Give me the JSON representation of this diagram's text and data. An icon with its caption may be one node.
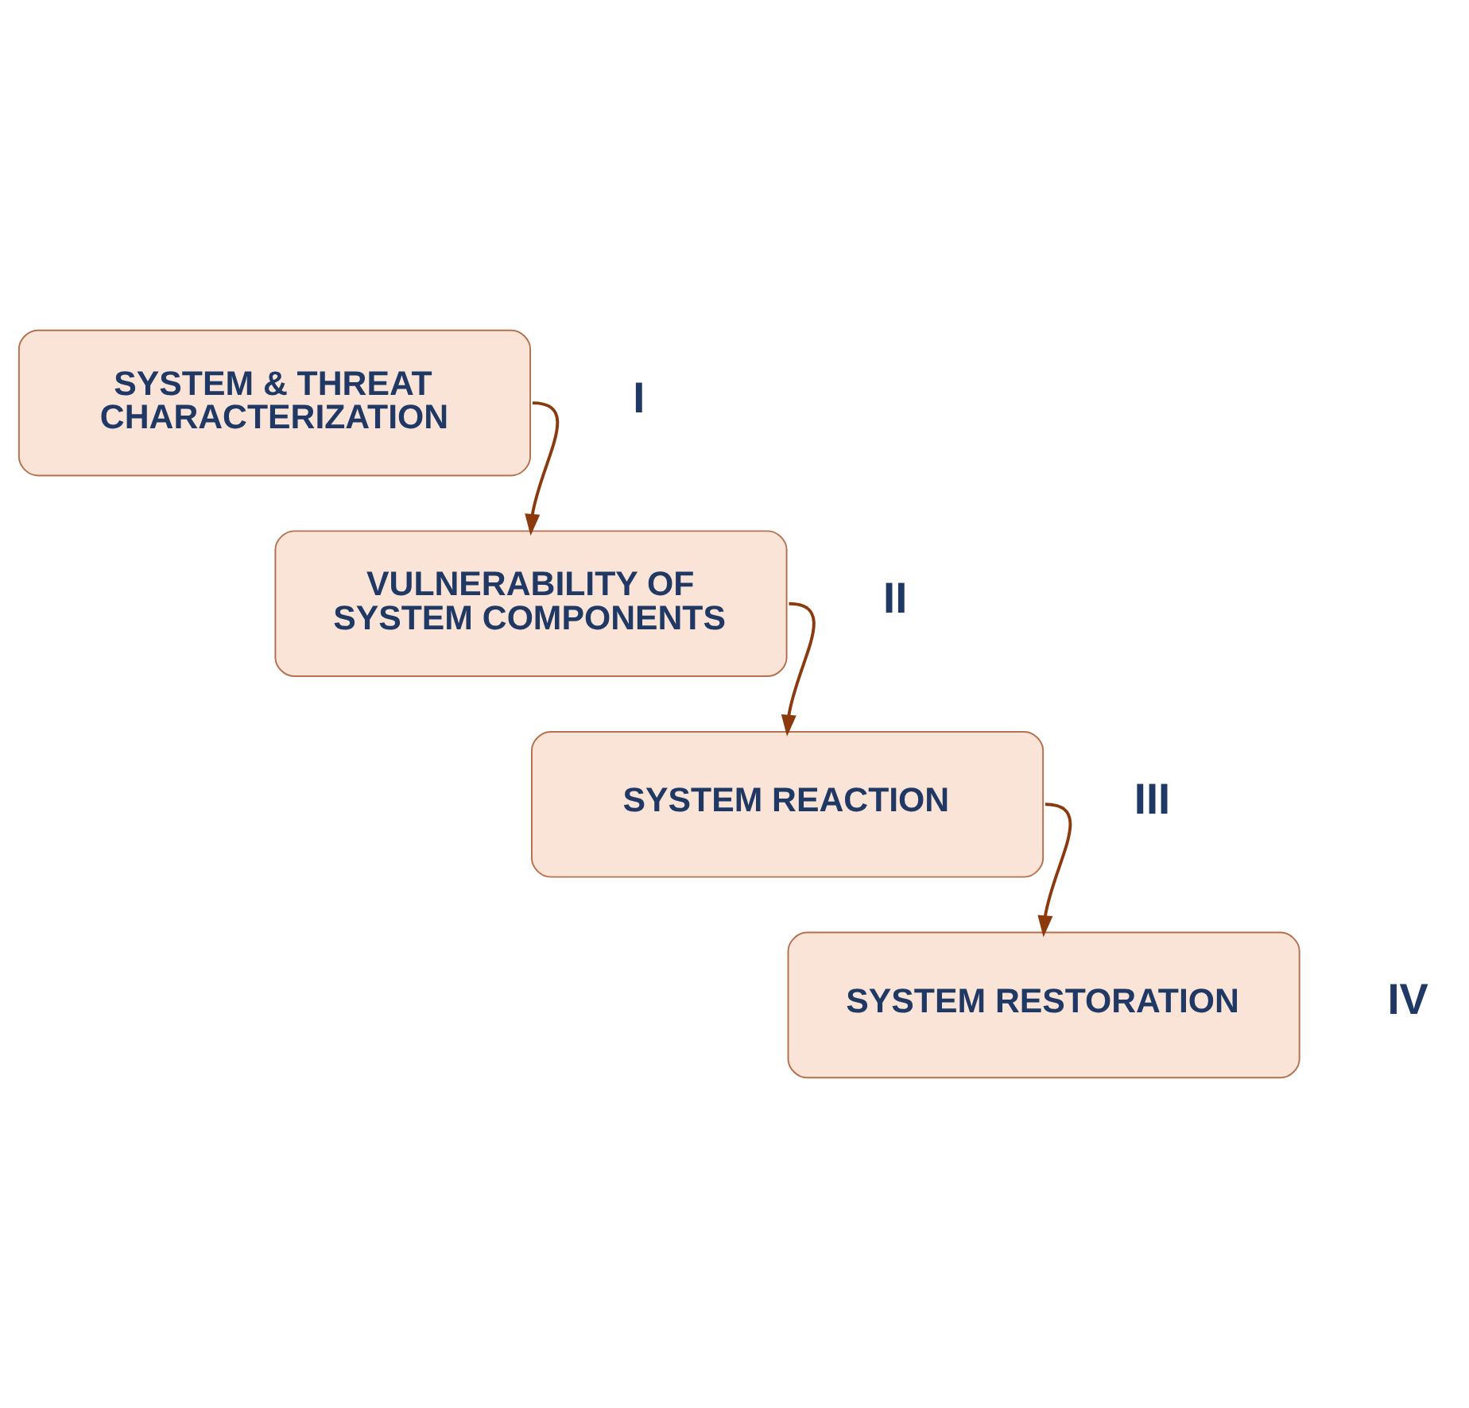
{
  "diagram": {
    "nodes": [
      {
        "text": [
          "SYSTEM & THREAT CHARACTERIZATION"
        ],
        "beside": [
          "I"
        ]
      },
      {
        "text": [
          "VULNERABILITY OF SYSTEM COMPONENTS"
        ],
        "beside": [
          "II"
        ]
      },
      {
        "text": [
          "SYSTEM REACTION"
        ],
        "beside": [
          "III"
        ]
      },
      {
        "text": [
          "SYSTEM RESTORATION"
        ],
        "beside": [
          "IV"
        ]
      }
    ],
    "edges": [
      {
        "from": 0,
        "to": 1,
        "arrow": "to"
      },
      {
        "from": 1,
        "to": 2,
        "arrow": "to"
      },
      {
        "from": 2,
        "to": 3,
        "arrow": "to"
      }
    ]
  }
}
